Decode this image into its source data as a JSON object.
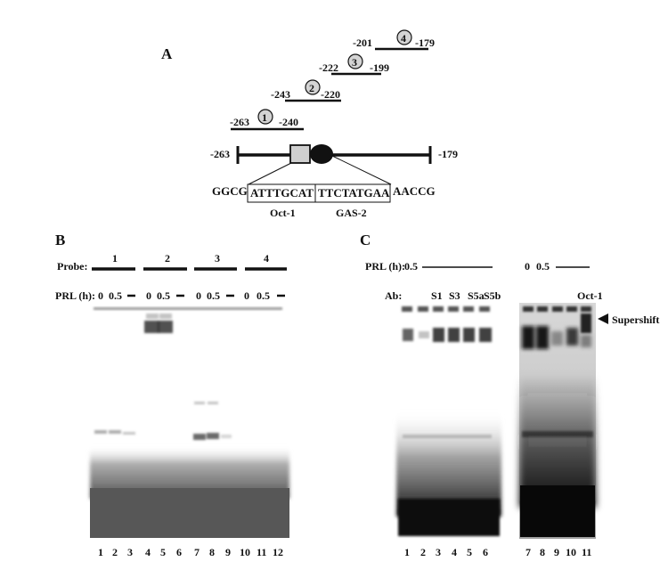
{
  "panel_a": {
    "label": "A",
    "probes": [
      {
        "num": "1",
        "start": "-263",
        "end": "-240"
      },
      {
        "num": "2",
        "start": "-243",
        "end": "-220"
      },
      {
        "num": "3",
        "start": "-222",
        "end": "-199"
      },
      {
        "num": "4",
        "start": "-201",
        "end": "-179"
      }
    ],
    "promoter_start": "-263",
    "promoter_end": "-179",
    "seq_left": "GGCG",
    "seq_oct": "ATTTGCAT",
    "seq_gas": "TTCTATGAA",
    "seq_right": "AACCG",
    "oct_label": "Oct-1",
    "gas_label": "GAS-2"
  },
  "panel_b": {
    "label": "B",
    "probe_label": "Probe:",
    "prl_label": "PRL (h):",
    "probe_groups": [
      "1",
      "2",
      "3",
      "4"
    ],
    "prl_values": [
      "0",
      "0.5",
      "–",
      "0",
      "0.5",
      "–",
      "0",
      "0.5",
      "–",
      "0",
      "0.5",
      "–"
    ],
    "lane_numbers": [
      "1",
      "2",
      "3",
      "4",
      "5",
      "6",
      "7",
      "8",
      "9",
      "10",
      "11",
      "12"
    ]
  },
  "panel_c": {
    "label": "C",
    "prl_label": "PRL (h):",
    "prl_left": "0.5",
    "prl_right_0": "0",
    "prl_right_05": "0.5",
    "ab_label": "Ab:",
    "ab_left": [
      "S1",
      "S3",
      "S5a",
      "S5b"
    ],
    "ab_right": "Oct-1",
    "supershift_label": "Supershift",
    "lane_numbers_left": [
      "1",
      "2",
      "3",
      "4",
      "5",
      "6"
    ],
    "lane_numbers_right": [
      "7",
      "8",
      "9",
      "10",
      "11"
    ]
  }
}
